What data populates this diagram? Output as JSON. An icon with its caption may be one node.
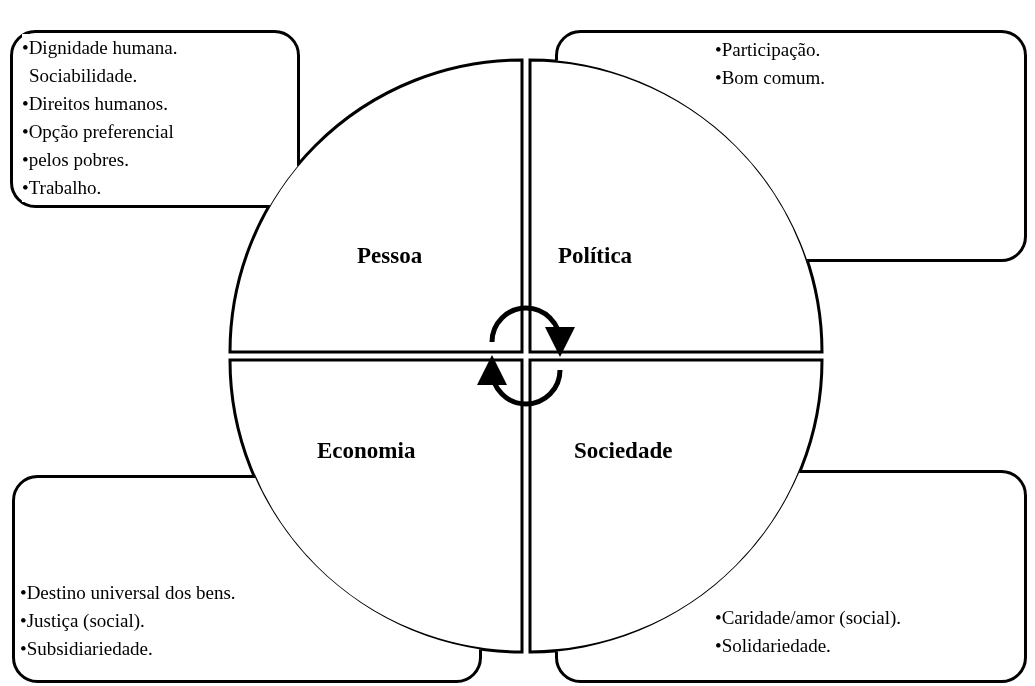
{
  "diagram": {
    "nodes": [
      {
        "text": [
          "•Dignidade humana. Sociabilidade.",
          "•Direitos humanos.",
          "•Opção preferencial",
          "•pelos pobres.",
          "•Trabalho."
        ]
      },
      {
        "text": [
          "•Participação.",
          "•Bom comum."
        ]
      },
      {
        "text": [
          "Pessoa"
        ]
      },
      {
        "text": [
          "Política"
        ]
      },
      {
        "text": [
          "Economia"
        ]
      },
      {
        "text": [
          "Sociedade"
        ]
      },
      {
        "text": [
          "•Destino universal dos bens.",
          "•Justiça (social).",
          "•Subsidiariedade."
        ]
      },
      {
        "text": [
          "•Caridade/amor (social).",
          "•Solidariedade."
        ]
      }
    ],
    "edges": [
      {
        "from": 2,
        "to": 3,
        "arrow": "to"
      },
      {
        "from": 5,
        "to": 4,
        "arrow": "to"
      }
    ]
  }
}
